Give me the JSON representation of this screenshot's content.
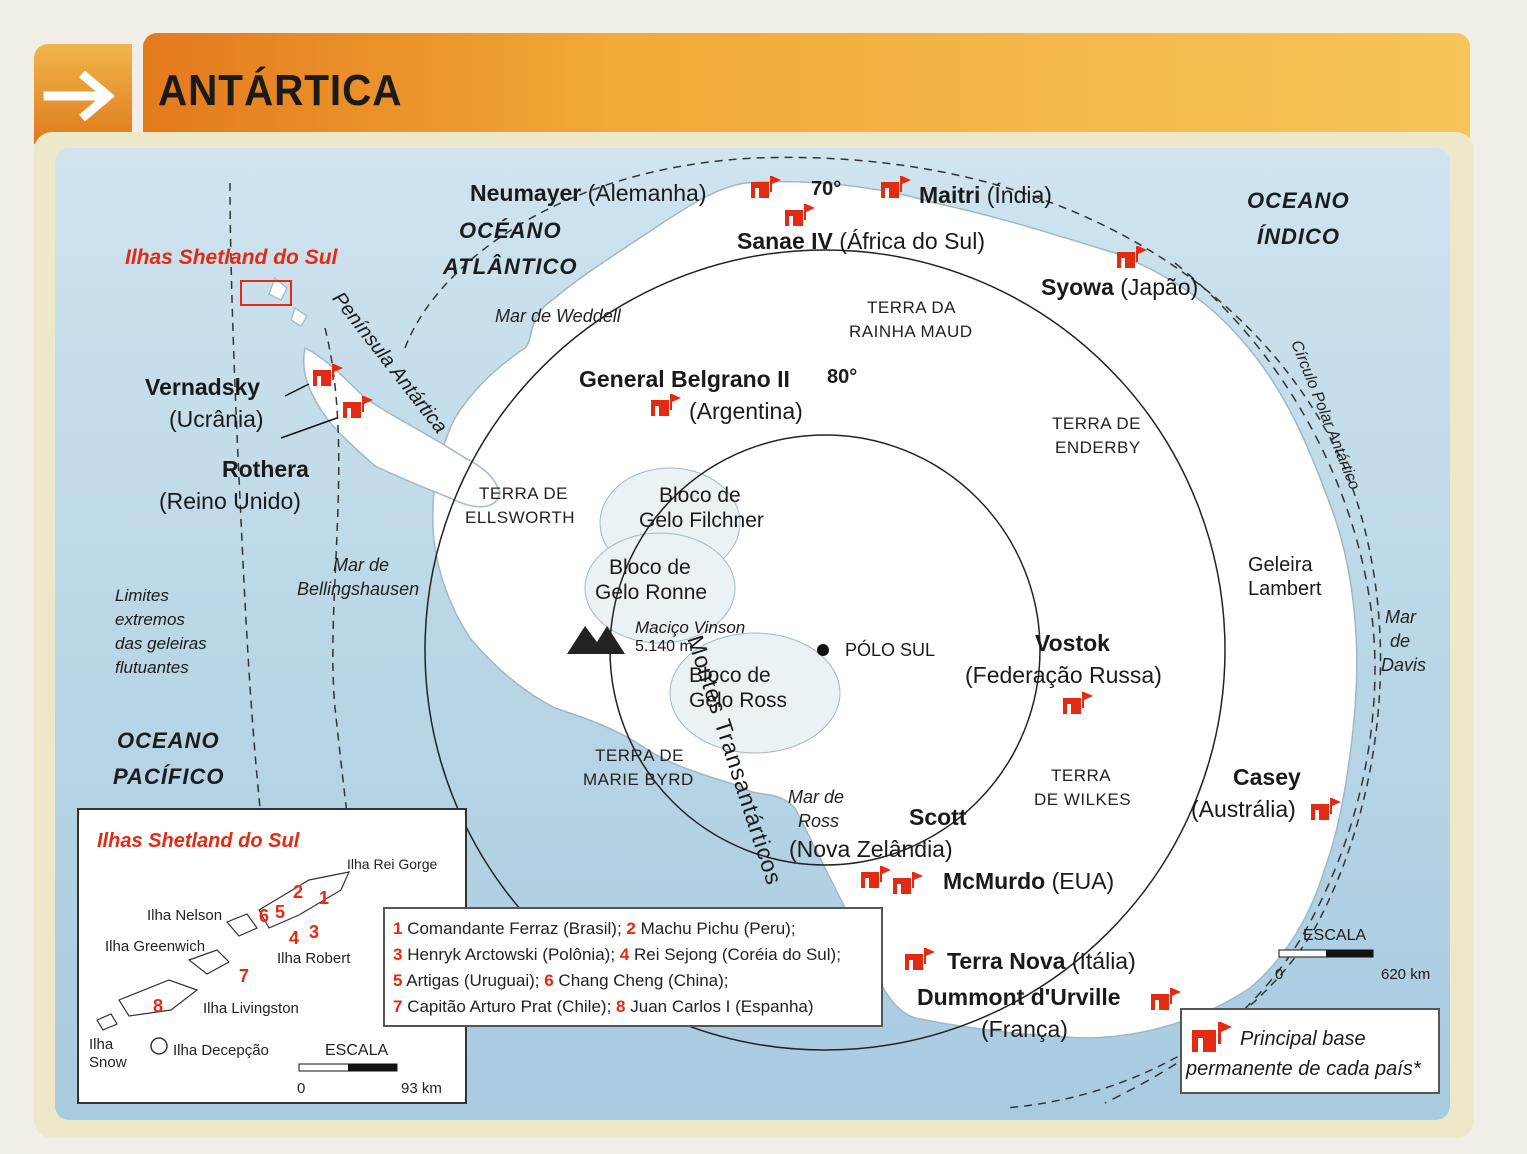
{
  "header": {
    "title": "ANTÁRTICA"
  },
  "oceans": {
    "atlantic_1": "OCÉANO",
    "atlantic_2": "ATLÂNTICO",
    "indian_1": "OCEANO",
    "indian_2": "ÍNDICO",
    "pacific_1": "OCEANO",
    "pacific_2": "PACÍFICO"
  },
  "seas": {
    "weddell": "Mar de Weddell",
    "bellingshausen_1": "Mar de",
    "bellingshausen_2": "Bellingshausen",
    "ross_1": "Mar de",
    "ross_2": "Ross",
    "davis_1": "Mar",
    "davis_2": "de",
    "davis_3": "Davis"
  },
  "regions": {
    "maud_1": "TERRA DA",
    "maud_2": "RAINHA MAUD",
    "enderby_1": "TERRA DE",
    "enderby_2": "ENDERBY",
    "ellsworth_1": "TERRA DE",
    "ellsworth_2": "ELLSWORTH",
    "marie_byrd_1": "TERRA DE",
    "marie_byrd_2": "MARIE BYRD",
    "wilkes_1": "TERRA",
    "wilkes_2": "DE WILKES",
    "filchner_1": "Bloco de",
    "filchner_2": "Gelo Filchner",
    "ronne_1": "Bloco de",
    "ronne_2": "Gelo Ronne",
    "ross_ice_1": "Bloco de",
    "ross_ice_2": "Gelo Ross",
    "lambert_1": "Geleira",
    "lambert_2": "Lambert",
    "mountains": "Montes Transantárticos",
    "peninsula": "Península Antártica",
    "circle": "Círculo Polar Antártico",
    "vinson_1": "Maciço Vinson",
    "vinson_2": "5.140 m",
    "pole": "PÓLO SUL",
    "lat70": "70°",
    "lat80": "80°",
    "limits_1": "Limites",
    "limits_2": "extremos",
    "limits_3": "das geleiras",
    "limits_4": "flutuantes",
    "shetland": "Ilhas Shetland do Sul"
  },
  "bases": {
    "neumayer_name": "Neumayer",
    "neumayer_country": "(Alemanha)",
    "maitri_name": "Maitri",
    "maitri_country": "(Índia)",
    "sanae_name": "Sanae IV",
    "sanae_country": "(África do Sul)",
    "syowa_name": "Syowa",
    "syowa_country": "(Japão)",
    "belgrano_name": "General Belgrano II",
    "belgrano_country": "(Argentina)",
    "vernadsky_name": "Vernadsky",
    "vernadsky_country": "(Ucrânia)",
    "rothera_name": "Rothera",
    "rothera_country": "(Reino Unido)",
    "vostok_name": "Vostok",
    "vostok_country": "(Federação Russa)",
    "casey_name": "Casey",
    "casey_country": "(Austrália)",
    "scott_name": "Scott",
    "scott_country": "(Nova Zelândia)",
    "mcmurdo_name": "McMurdo",
    "mcmurdo_country": "(EUA)",
    "terranova_name": "Terra Nova",
    "terranova_country": "(Itália)",
    "dumont_name": "Dummont d'Urville",
    "dumont_country": "(França)"
  },
  "inset": {
    "title": "Ilhas Shetland do Sul",
    "rei_gorge": "Ilha Rei Gorge",
    "nelson": "Ilha Nelson",
    "greenwich": "Ilha Greenwich",
    "robert": "Ilha Robert",
    "livingston": "Ilha Livingston",
    "snow_1": "Ilha",
    "snow_2": "Snow",
    "deception": "Ilha Decepção",
    "scale_label": "ESCALA",
    "scale_zero": "0",
    "scale_max": "93 km",
    "n1": "1",
    "n2": "2",
    "n3": "3",
    "n4": "4",
    "n5": "5",
    "n6": "6",
    "n7": "7",
    "n8": "8"
  },
  "legend": {
    "rows": [
      [
        {
          "n": "1",
          "t": "Comandante Ferraz (Brasil);"
        },
        {
          "n": "2",
          "t": "Machu Pichu (Peru);"
        }
      ],
      [
        {
          "n": "3",
          "t": "Henryk Arctowski (Polônia);"
        },
        {
          "n": "4",
          "t": "Rei Sejong (Coréia do Sul);"
        }
      ],
      [
        {
          "n": "5",
          "t": "Artigas (Uruguai);"
        },
        {
          "n": "6",
          "t": "Chang Cheng (China);"
        }
      ],
      [
        {
          "n": "7",
          "t": "Capitão Arturo Prat (Chile);"
        },
        {
          "n": "8",
          "t": "Juan Carlos I (Espanha)"
        }
      ]
    ]
  },
  "scale_main": {
    "label": "ESCALA",
    "zero": "0",
    "max": "620 km"
  },
  "key": {
    "line1": "Principal base",
    "line2": "permanente de cada país*"
  },
  "colors": {
    "accent_orange": "#f0a032",
    "base_red": "#e32a13",
    "sea": "#bcd8e8",
    "ice": "#ffffff"
  }
}
